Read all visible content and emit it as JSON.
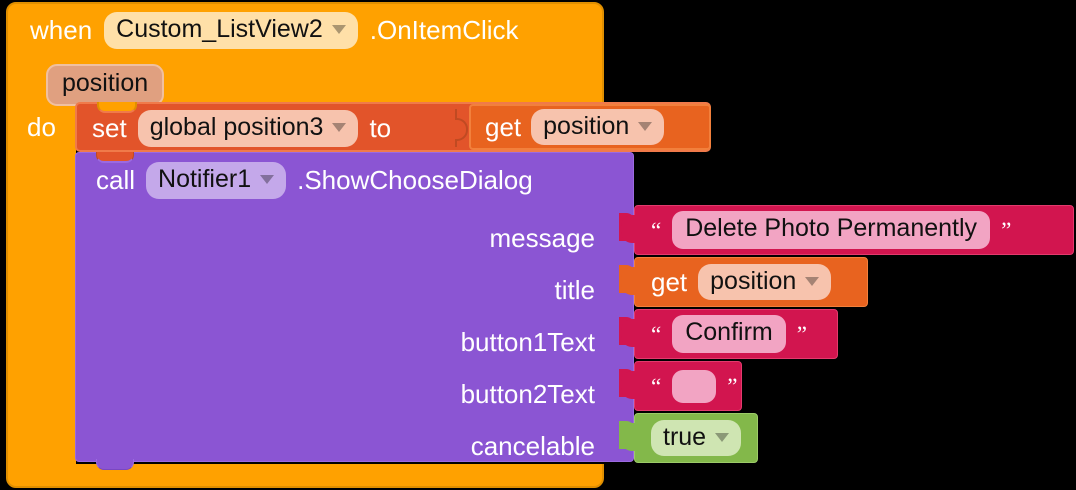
{
  "diagram": {
    "kind": "mit-app-inventor-blocks",
    "background": "#000000"
  },
  "colors": {
    "event_block": "#FFA100",
    "variable_block": "#E2542A",
    "getter_block": "#E8631F",
    "call_block": "#8B55D3",
    "text_block": "#D2154F",
    "logic_block": "#83B84A",
    "text_pill": "#F2A4C3",
    "field_pill_event": "#FFE0A8",
    "field_pill_variable": "#F7C3AD",
    "field_pill_call": "#C4A8EA",
    "field_pill_logic": "#CFE5B2",
    "param_pill": "#E0A080"
  },
  "event_block": {
    "when_label": "when",
    "component": "Custom_ListView2",
    "event": ".OnItemClick",
    "parameter": "position",
    "do_label": "do"
  },
  "set_block": {
    "set_label": "set",
    "variable": "global position3",
    "to_label": "to",
    "value": {
      "get_label": "get",
      "variable": "position"
    }
  },
  "call_block": {
    "call_label": "call",
    "component": "Notifier1",
    "method": ".ShowChooseDialog",
    "args": [
      {
        "name": "message",
        "label": "message",
        "type": "text",
        "value": "Delete Photo Permanently"
      },
      {
        "name": "title",
        "label": "title",
        "type": "getter",
        "get_label": "get",
        "value": "position"
      },
      {
        "name": "button1Text",
        "label": "button1Text",
        "type": "text",
        "value": "Confirm"
      },
      {
        "name": "button2Text",
        "label": "button2Text",
        "type": "text",
        "value": ""
      },
      {
        "name": "cancelable",
        "label": "cancelable",
        "type": "logic",
        "value": "true"
      }
    ]
  },
  "glyphs": {
    "caret": "▾",
    "open_quote": "“",
    "close_quote": "”"
  }
}
